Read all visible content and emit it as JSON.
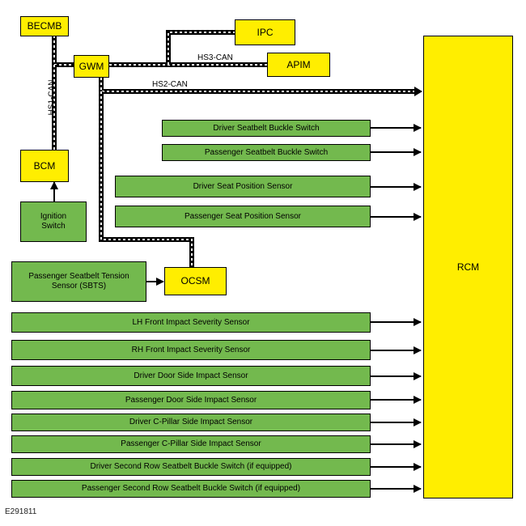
{
  "modules": {
    "becmb": "BECMB",
    "gwm": "GWM",
    "ipc": "IPC",
    "apim": "APIM",
    "bcm": "BCM",
    "ocsm": "OCSM",
    "rcm": "RCM",
    "ignition_switch": "Ignition Switch",
    "sbts": "Passenger Seatbelt Tension Sensor (SBTS)"
  },
  "buses": {
    "hs1": "HS1-CAN",
    "hs2": "HS2-CAN",
    "hs3": "HS3-CAN"
  },
  "sensors": [
    "Driver Seatbelt Buckle Switch",
    "Passenger Seatbelt Buckle Switch",
    "Driver Seat Position Sensor",
    "Passenger Seat Position Sensor",
    "LH Front Impact Severity Sensor",
    "RH Front Impact Severity Sensor",
    "Driver Door Side Impact Sensor",
    "Passenger Door Side Impact Sensor",
    "Driver C-Pillar Side Impact Sensor",
    "Passenger C-Pillar Side Impact Sensor",
    "Driver Second Row Seatbelt Buckle Switch (if equipped)",
    "Passenger Second Row Seatbelt Buckle Switch (if equipped)"
  ],
  "figure_id": "E291811",
  "colors": {
    "module_fill": "#ffee00",
    "sensor_fill": "#73b94e",
    "can_bus": "#000000"
  }
}
